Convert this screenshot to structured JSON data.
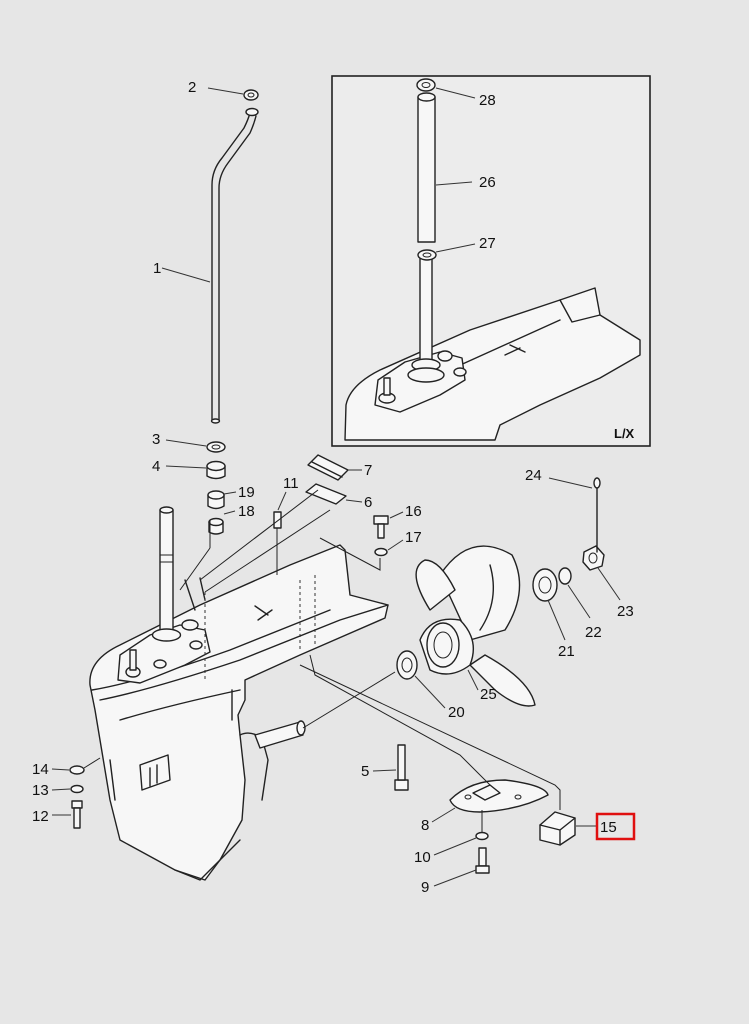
{
  "diagram": {
    "inset_tag": "L/X",
    "highlight_color": "#e01010",
    "callouts": {
      "c1": "1",
      "c2": "2",
      "c3": "3",
      "c4": "4",
      "c5": "5",
      "c6": "6",
      "c7": "7",
      "c8": "8",
      "c9": "9",
      "c10": "10",
      "c11": "11",
      "c12": "12",
      "c13": "13",
      "c14": "14",
      "c15": "15",
      "c16": "16",
      "c17": "17",
      "c18": "18",
      "c19": "19",
      "c20": "20",
      "c21": "21",
      "c22": "22",
      "c23": "23",
      "c24": "24",
      "c25": "25",
      "c26": "26",
      "c27": "27",
      "c28": "28"
    }
  }
}
